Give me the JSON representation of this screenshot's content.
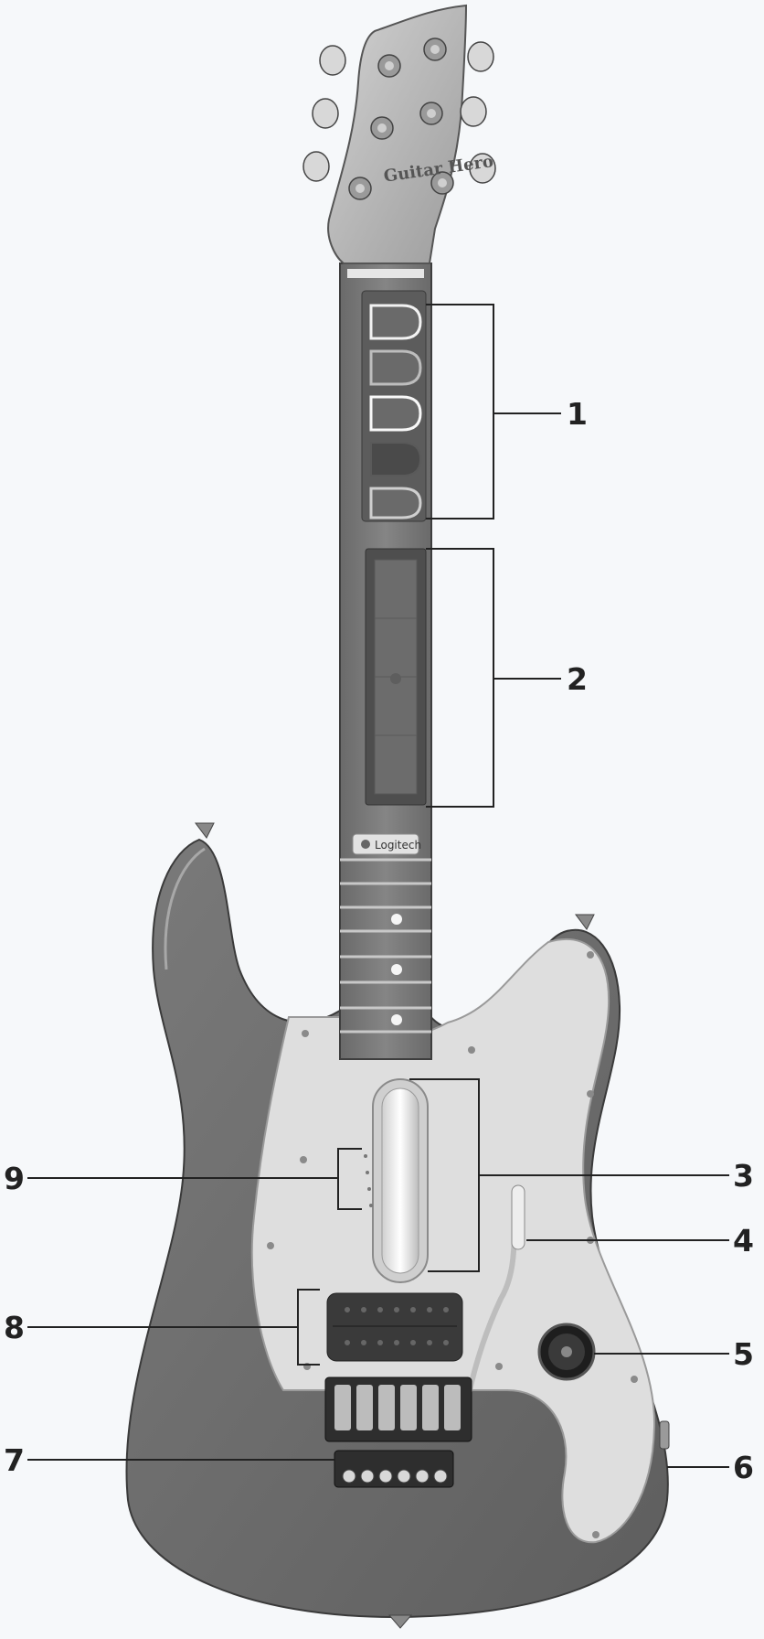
{
  "diagram": {
    "subject": "guitar-controller",
    "headstock_logo": "Guitar Hero",
    "neck_brand": "Logitech",
    "callouts": [
      {
        "id": "1",
        "number": "1"
      },
      {
        "id": "2",
        "number": "2"
      },
      {
        "id": "3",
        "number": "3"
      },
      {
        "id": "4",
        "number": "4"
      },
      {
        "id": "5",
        "number": "5"
      },
      {
        "id": "6",
        "number": "6"
      },
      {
        "id": "7",
        "number": "7"
      },
      {
        "id": "8",
        "number": "8"
      },
      {
        "id": "9",
        "number": "9"
      }
    ]
  },
  "colors": {
    "background": "#f6f8fa",
    "body": "#6e6e6e",
    "pickguard": "#dedede",
    "neck": "#777777",
    "headstock": "#b8b8b8",
    "line": "#222222"
  }
}
